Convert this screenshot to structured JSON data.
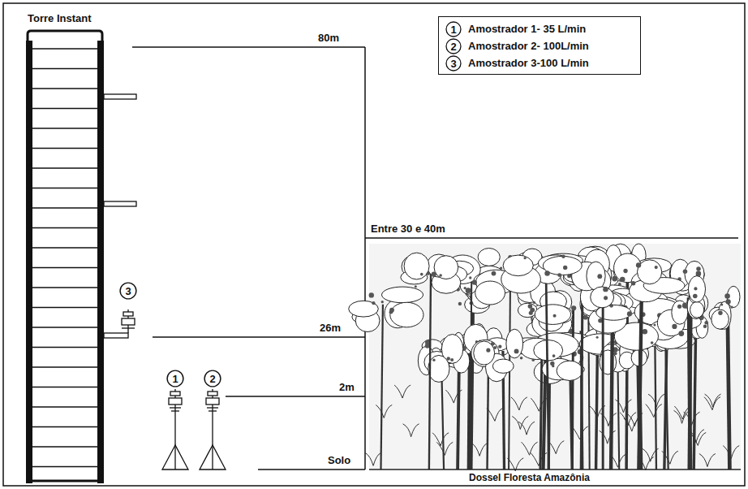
{
  "diagram": {
    "nodes": [
      {
        "text": [
          "Amostrador 1- 35 L/min",
          "Amostrador 2- 100L/min",
          "Amostrador 3-100 L/min"
        ]
      },
      {
        "text": [
          "1"
        ],
        "in": 0
      },
      {
        "text": [
          "2"
        ],
        "in": 0
      },
      {
        "text": [
          "3"
        ],
        "in": 0
      },
      {
        "text": [
          "3"
        ]
      },
      {
        "text": [
          "1"
        ]
      },
      {
        "text": [
          "2"
        ]
      }
    ],
    "edges": [],
    "labels": [
      "Torre Instant",
      "80m",
      "Entre 30 e 40m",
      "26m",
      "2m",
      "Solo",
      "Dossel Floresta Amazônia"
    ]
  }
}
